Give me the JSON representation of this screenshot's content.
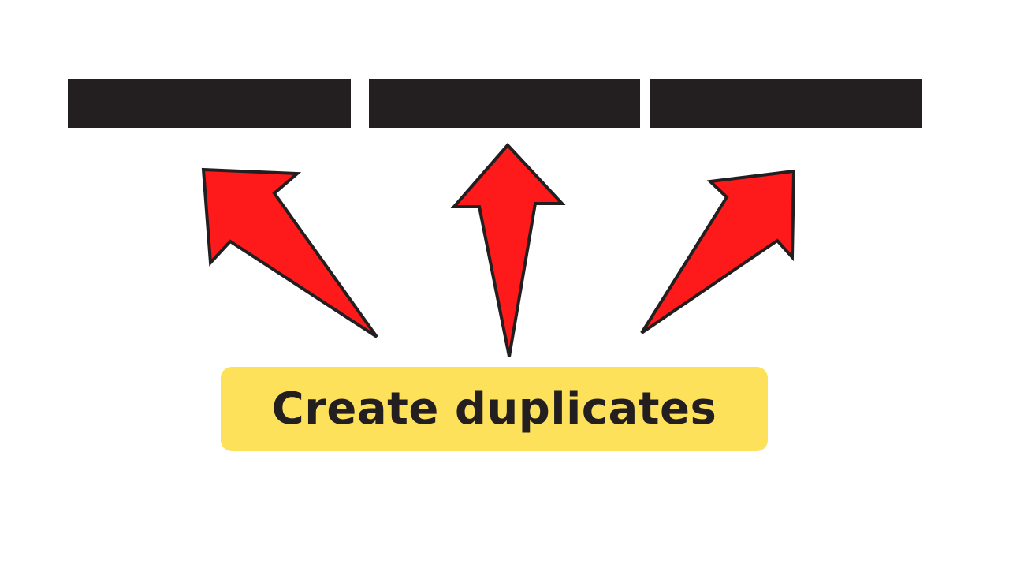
{
  "caption": {
    "text": "Create duplicates"
  },
  "colors": {
    "background": "#ffffff",
    "bar": "#231f20",
    "arrow_fill": "#fe1a1a",
    "arrow_stroke": "#231f20",
    "caption_background": "#fde15a",
    "caption_text": "#231f20"
  },
  "diagram": {
    "bars": 3,
    "arrows": [
      {
        "direction": "up-left",
        "target": "bar-1"
      },
      {
        "direction": "up",
        "target": "bar-2"
      },
      {
        "direction": "up-right",
        "target": "bar-3"
      }
    ]
  },
  "icons": {
    "arrow": "arrow-icon"
  }
}
